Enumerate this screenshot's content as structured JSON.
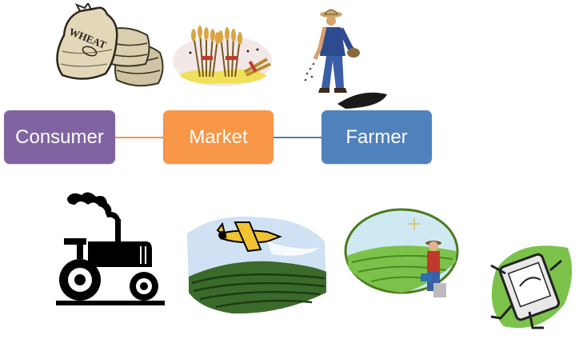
{
  "diagram": {
    "nodes": [
      {
        "id": "consumer",
        "label": "Consumer",
        "color": "#8064a2"
      },
      {
        "id": "market",
        "label": "Market",
        "color": "#f79646"
      },
      {
        "id": "farmer",
        "label": "Farmer",
        "color": "#4f81bd"
      }
    ],
    "connectors": [
      {
        "from": "consumer",
        "to": "market",
        "color": "#f79646"
      },
      {
        "from": "market",
        "to": "farmer",
        "color": "#4f81bd"
      }
    ],
    "clipart": {
      "wheat_sack_text": "WHEAT",
      "top_row": [
        "wheat-sacks-icon",
        "wheat-bundles-icon",
        "farmer-sowing-icon"
      ],
      "bottom_row": [
        "tractor-icon",
        "crop-duster-plane-icon",
        "farmer-with-laptop-icon",
        "running-smartphone-icon"
      ]
    }
  }
}
